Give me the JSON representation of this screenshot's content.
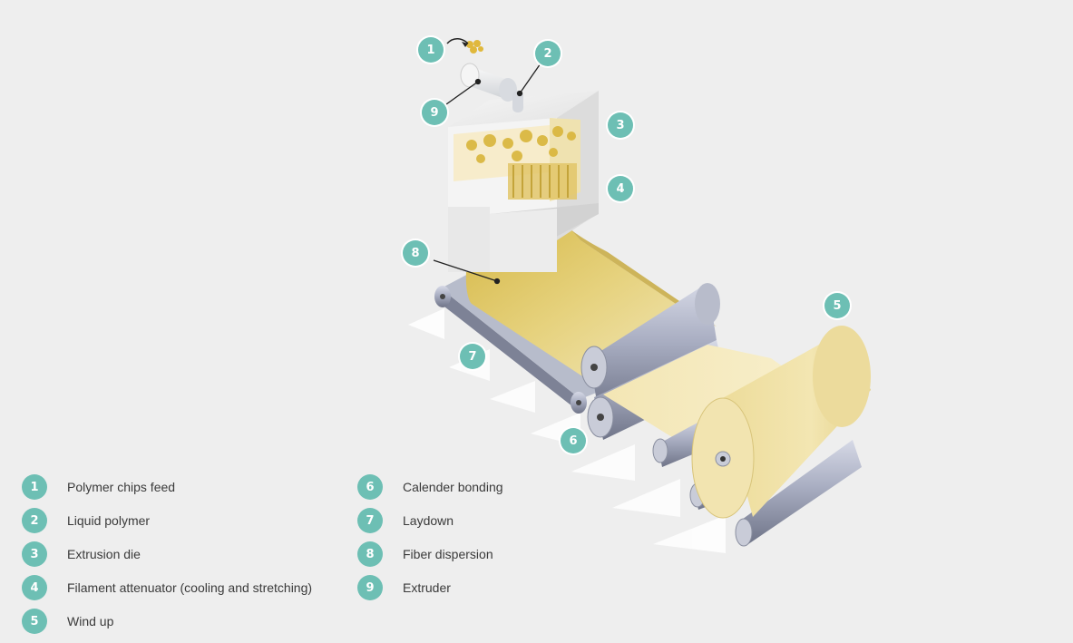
{
  "diagram": {
    "callouts": [
      {
        "num": "1"
      },
      {
        "num": "2"
      },
      {
        "num": "3"
      },
      {
        "num": "4"
      },
      {
        "num": "5"
      },
      {
        "num": "6"
      },
      {
        "num": "7"
      },
      {
        "num": "8"
      },
      {
        "num": "9"
      }
    ]
  },
  "legend": {
    "items": [
      {
        "num": "1",
        "label": "Polymer chips feed"
      },
      {
        "num": "2",
        "label": "Liquid polymer"
      },
      {
        "num": "3",
        "label": "Extrusion die"
      },
      {
        "num": "4",
        "label": "Filament attenuator (cooling and stretching)"
      },
      {
        "num": "5",
        "label": "Wind up"
      },
      {
        "num": "6",
        "label": "Calender bonding"
      },
      {
        "num": "7",
        "label": "Laydown"
      },
      {
        "num": "8",
        "label": "Fiber dispersion"
      },
      {
        "num": "9",
        "label": "Extruder"
      }
    ]
  },
  "colors": {
    "badge": "#6dbfb4",
    "background": "#eeeeee",
    "fiber": "#e3cf85",
    "roller": "#9aa0b4"
  }
}
